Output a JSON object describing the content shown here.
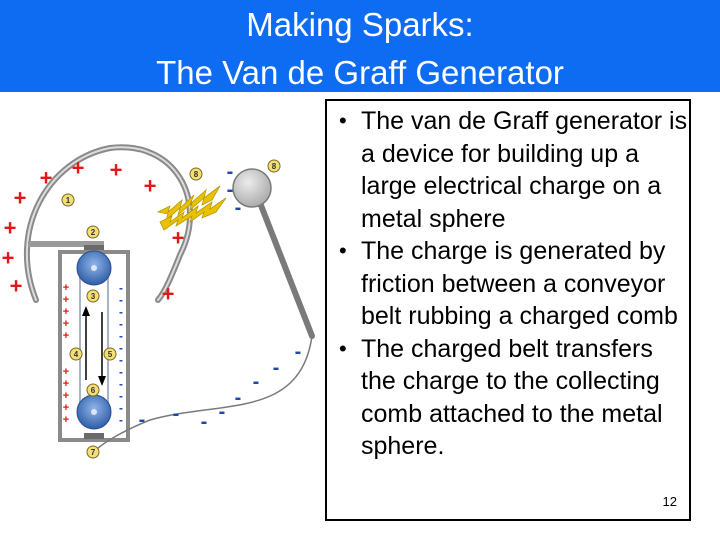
{
  "slide": {
    "title_line1": "Making Sparks:",
    "title_line2": "The Van de Graff Generator",
    "bullets": [
      "The van de Graff generator is a device for building up a large electrical charge on a metal sphere",
      "The charge is generated by friction between a conveyor belt rubbing a charged comb",
      "The charged belt transfers the charge to the collecting comb attached to the metal sphere."
    ],
    "page_number": "12"
  },
  "diagram": {
    "part_numbers": [
      "1",
      "2",
      "3",
      "4",
      "5",
      "6",
      "7",
      "8",
      "8"
    ],
    "plus_sign": "+",
    "minus_sign": "-"
  },
  "colors": {
    "title_background": "#0d6cf2",
    "title_text": "#ffffff",
    "dome_outline": "#8a8a8a",
    "roller": "#3f6fb3",
    "spark": "#e8c200",
    "plus": "#e01818",
    "minus": "#1c46b0",
    "label_fill": "#f4df74"
  }
}
